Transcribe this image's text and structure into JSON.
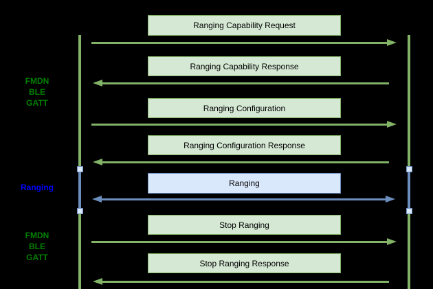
{
  "colors": {
    "green_fill": "#d5e8d4",
    "green_stroke": "#82b366",
    "blue_fill": "#dae8fc",
    "blue_stroke": "#6c8ebf",
    "label_green": "#008000",
    "label_blue": "#0000ff",
    "message_text": "#000000",
    "background": "#000000"
  },
  "phase_labels": [
    {
      "lines": [
        "FMDN",
        "BLE",
        "GATT"
      ]
    },
    {
      "lines": [
        "Ranging"
      ]
    },
    {
      "lines": [
        "FMDN",
        "BLE",
        "GATT"
      ]
    }
  ],
  "messages": [
    {
      "label": "Ranging Capability Request",
      "direction": "right",
      "style": "green"
    },
    {
      "label": "Ranging Capability Response",
      "direction": "left",
      "style": "green"
    },
    {
      "label": "Ranging Configuration",
      "direction": "right",
      "style": "green"
    },
    {
      "label": "Ranging Configuration Response",
      "direction": "left",
      "style": "green"
    },
    {
      "label": "Ranging",
      "direction": "both",
      "style": "blue"
    },
    {
      "label": "Stop Ranging",
      "direction": "right",
      "style": "green"
    },
    {
      "label": "Stop Ranging Response",
      "direction": "left",
      "style": "green"
    }
  ]
}
